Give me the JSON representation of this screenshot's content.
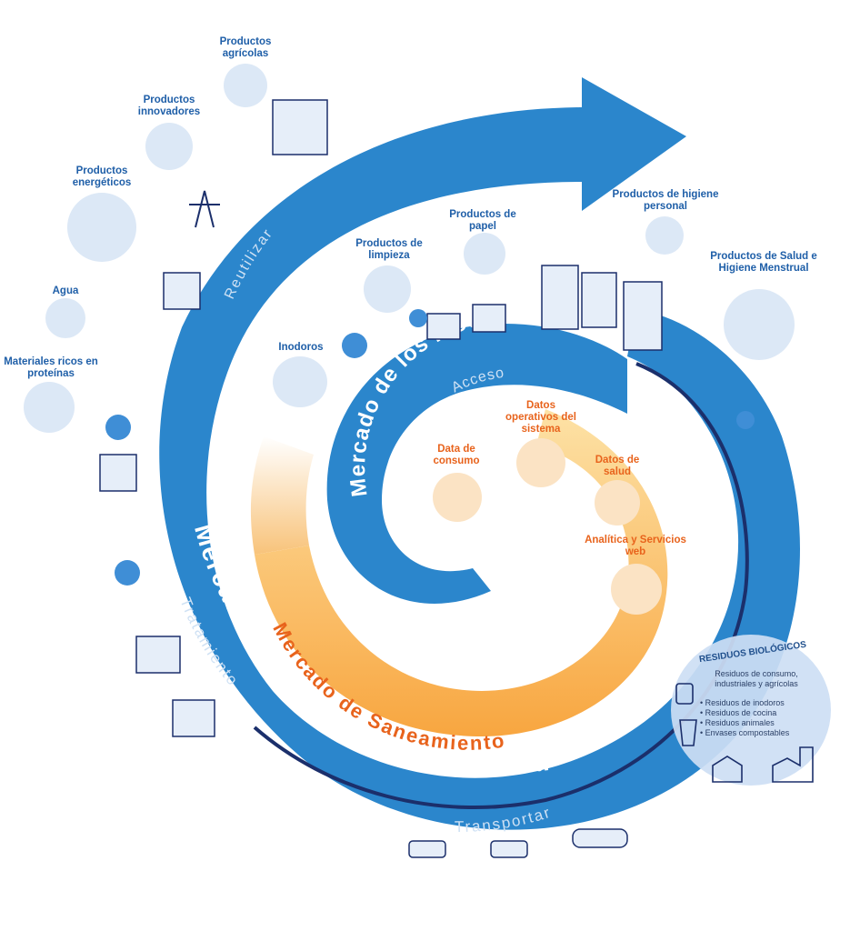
{
  "spiral_labels": {
    "outer_title": "Mercado del Saneamiento Circular",
    "middle_title": "Mercado de Saneamiento",
    "inner_title": "Mercado de los Inodoros",
    "reuse": "Reutilizar",
    "treatment": "Tratamiento",
    "transport": "Transportar",
    "access": "Acceso"
  },
  "products": {
    "agricultural": "Productos agrícolas",
    "innovative": "Productos innovadores",
    "energy": "Productos energéticos",
    "water": "Agua",
    "protein": "Materiales ricos en proteínas",
    "paper": "Productos de papel",
    "cleaning": "Productos de limpieza",
    "toilets": "Inodoros",
    "hygiene": "Productos de higiene personal",
    "menstrual": "Productos de Salud e Higiene Menstrual"
  },
  "data_items": {
    "consumption": "Data de consumo",
    "operational": "Datos operativos del sistema",
    "health": "Datos de salud",
    "analytics": "Analítica y Servicios web"
  },
  "biowaste": {
    "title": "RESIDUOS BIOLÓGICOS",
    "subtitle": "Residuos de consumo, industriales y agrícolas",
    "items": [
      "Residuos de inodoros",
      "Residuos de cocina",
      "Residuos animales",
      "Envases compostables"
    ]
  },
  "colors": {
    "spiral_blue": "#2b86cc",
    "dark_navy": "#1b2f6b",
    "label_blue": "#1f5fa8",
    "orange": "#e8631c",
    "yellow": "#fbc35a",
    "bubble": "#dce8f6"
  }
}
